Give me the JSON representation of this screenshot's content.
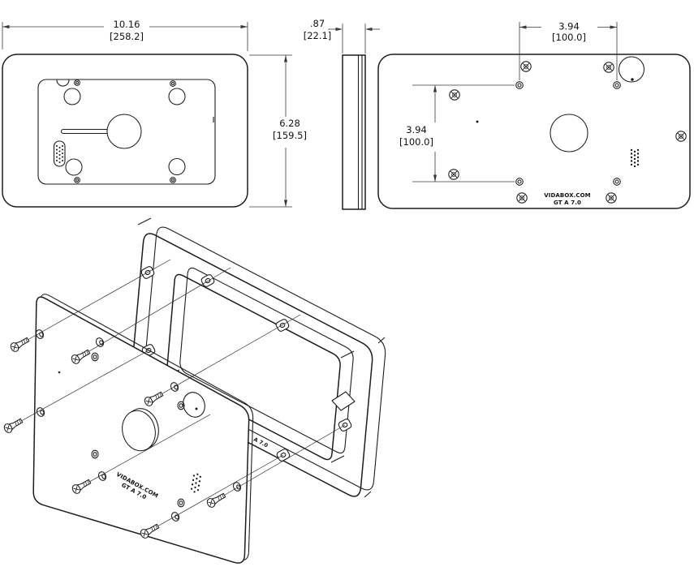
{
  "drawing": {
    "product": "VIDABOX GT A 7.0 tablet enclosure technical drawing",
    "dims": {
      "width": {
        "in": "10.16",
        "mm": "[258.2]"
      },
      "depth": {
        "in": ".87",
        "mm": "[22.1]"
      },
      "height": {
        "in": "6.28",
        "mm": "[159.5]"
      },
      "vesa_h": {
        "in": "3.94",
        "mm": "[100.0]"
      },
      "vesa_v": {
        "in": "3.94",
        "mm": "[100.0]"
      }
    },
    "branding": {
      "back_line1": "VIDABOX.COM",
      "back_line2": "GT A 7.0",
      "plate_line1": "VIDABOX.COM",
      "plate_line2": "GT A 7.0",
      "frame_partial": "A 7.0"
    }
  }
}
